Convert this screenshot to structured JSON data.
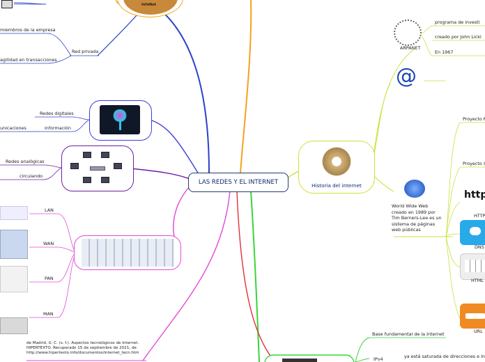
{
  "central": {
    "title": "LAS REDES Y EL INTERNET"
  },
  "left": {
    "top_logo_label": "InfoNet",
    "red_privada": {
      "label": "Red privada",
      "items": [
        "miembros de la empresa",
        "agilidad en transacciones"
      ]
    },
    "redes_digitales": {
      "items": [
        "Redes digitales",
        "información",
        "unicaciones"
      ]
    },
    "redes_analogicas": {
      "items": [
        "Redes analógicas",
        "circulando"
      ]
    },
    "tipos": {
      "items": [
        "LAN",
        "WAN",
        "PAN",
        "MAN"
      ]
    },
    "reference": "de Madrid, U. C. (s. f.). Aspectos tecnológicos de Internet. HIPERTEXTO. Recuperado 15 de septiembre de 2021, de http://www.hipertexto.info/documentos/internet_tecn.htm"
  },
  "right": {
    "historia": {
      "title": "Historia del internet"
    },
    "arpanet": {
      "label": "ARPANET",
      "items": [
        "programa de investi",
        "creado por John Lickl",
        "En 1967"
      ]
    },
    "www": {
      "text": "World Wide Web creado en 1989 por Tim Berners-Lee es un sistema de páginas web públicas",
      "items": [
        "Proyecto M",
        "Proyecto Xa"
      ],
      "tiles": [
        "HTTP",
        "DNS",
        "HTML",
        "URL"
      ],
      "http_art": "http:/"
    },
    "bottom": {
      "items": [
        "Base fundamental de la Internet",
        "IPv4",
        "ya está saturada de direcciones e Internet"
      ]
    }
  },
  "colors": {
    "central_border": "#1f3b73",
    "orange": "#f5a21a",
    "blue": "#2b40c8",
    "purple": "#6a1fa8",
    "magenta": "#e24ad6",
    "yellow_green": "#c9e23a",
    "green": "#3ad43a",
    "red": "#e0303a"
  }
}
